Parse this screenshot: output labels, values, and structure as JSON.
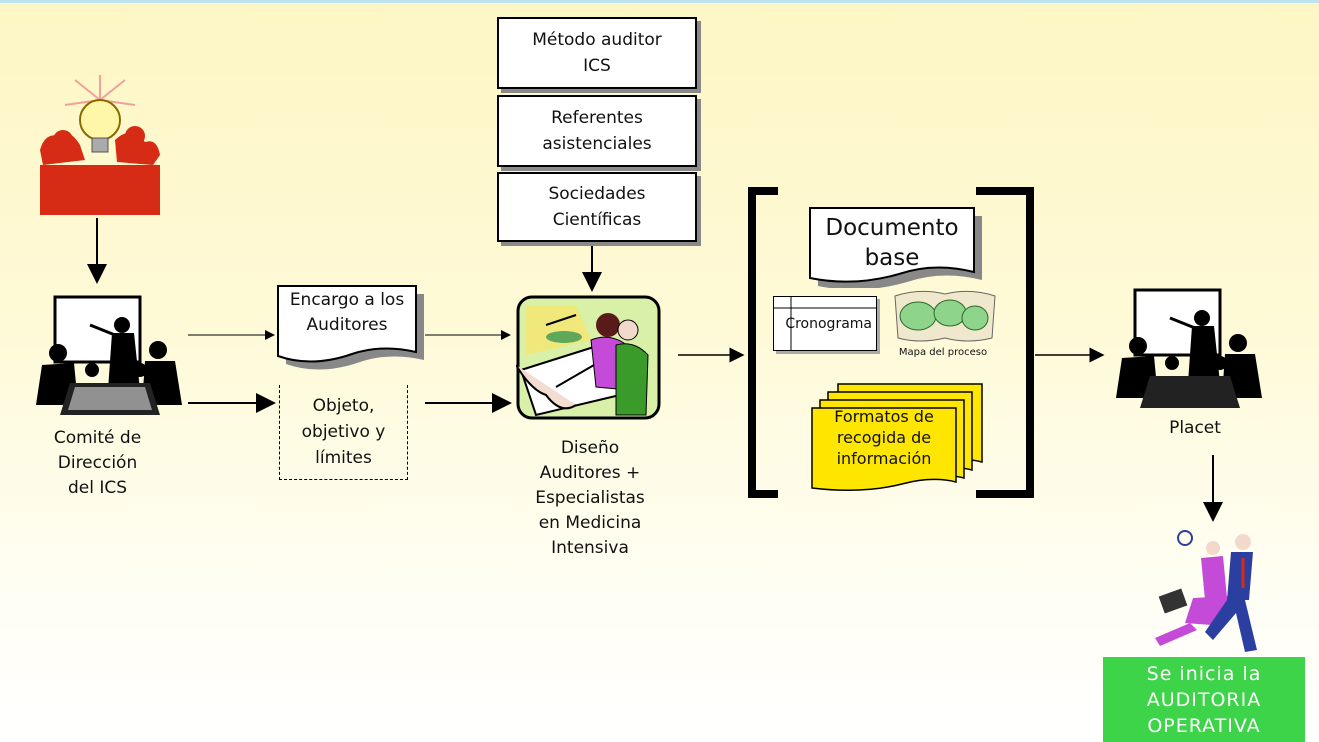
{
  "methods": {
    "metodo": [
      "Método auditor",
      "ICS"
    ],
    "referentes": [
      "Referentes",
      "asistenciales"
    ],
    "sociedades": [
      "Sociedades",
      "Científicas"
    ]
  },
  "nodes": {
    "comite": [
      "Comité de",
      "Dirección",
      "del ICS"
    ],
    "encargo": [
      "Encargo a los",
      "Auditores"
    ],
    "objeto": [
      "Objeto,",
      "objetivo y",
      "límites"
    ],
    "diseno": [
      "Diseño",
      "Auditores +",
      "Especialistas",
      "en Medicina",
      "Intensiva"
    ],
    "placet": "Placet"
  },
  "bracket": {
    "documento": [
      "Documento",
      "base"
    ],
    "cronograma": "Cronograma",
    "mapa": "Mapa del proceso",
    "formatos": [
      "Formatos de",
      "recogida de",
      "información"
    ]
  },
  "final": [
    "Se inicia la",
    "AUDITORIA",
    "OPERATIVA"
  ],
  "colors": {
    "meeting_red": "#d62b14",
    "final_green": "#3dd44a",
    "formatos_yellow": "#ffe600",
    "person_purple": "#c44bd8",
    "person_blue": "#2b3fa0"
  }
}
